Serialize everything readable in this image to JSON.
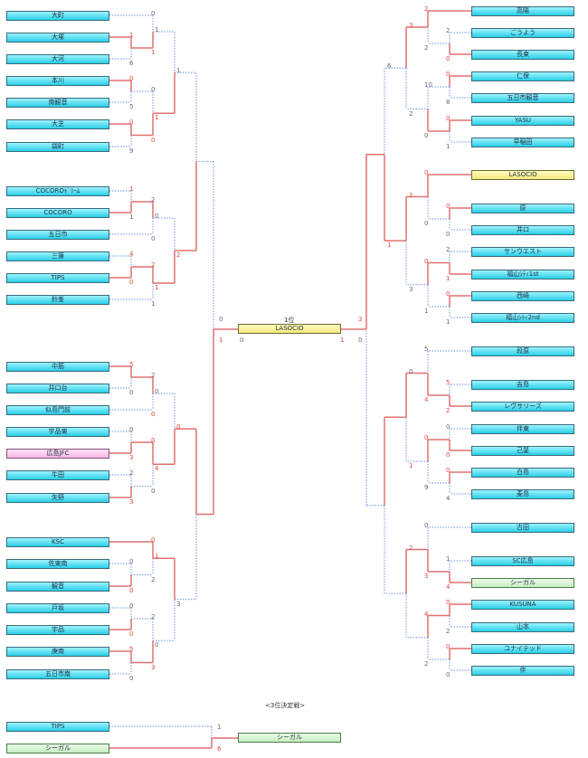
{
  "colors": {
    "win_line": "#e07070",
    "lose_line": "#6e8fe0",
    "win_score": "#e8453c",
    "lose_score": "#667788"
  },
  "final": {
    "rank_label": "1位",
    "champion": "LASOCIO",
    "left_score": "0",
    "right_score": "1"
  },
  "semis": {
    "left_top": "0",
    "left_bottom": "1",
    "right_top": "3",
    "right_bottom": "0"
  },
  "third_place": {
    "title": "<3位決定戦>",
    "team_a": "TIPS",
    "team_b": "シーガル",
    "score_a": "1",
    "score_b": "6",
    "winner": "シーガル"
  },
  "left_teams": [
    "大町",
    "大塚",
    "大河",
    "本川",
    "南観音",
    "大芝",
    "袋町",
    "COCOROﾄﾞﾘｰﾑ",
    "COCORO",
    "五日市",
    "三篠",
    "TIPS",
    "鈴峯",
    "中筋",
    "井口台",
    "似島門前",
    "宇品東",
    "広島JFC",
    "牛田",
    "矢野",
    "KSC",
    "佐東南",
    "観音",
    "戸坂",
    "宇品",
    "庚南",
    "五日市南"
  ],
  "right_teams": [
    "高陽",
    "ごうよう",
    "長束",
    "仁保",
    "五日市観音",
    "YASU",
    "早稲田",
    "LASOCIO",
    "原",
    "井口",
    "サンウエスト",
    "福山ｼﾃｨ1st",
    "西崎",
    "福山ｼﾃｨ2nd",
    "段原",
    "吉島",
    "レヴサリーズ",
    "伴東",
    "己斐",
    "白島",
    "麦島",
    "古田",
    "SC広島",
    "シーガル",
    "KUSUNA",
    "山本",
    "ユナイテッド",
    "伴"
  ],
  "left_scores": [
    "1",
    "6",
    "0",
    "1",
    "0",
    "5",
    "0",
    "9",
    "0",
    "0",
    "1",
    "1",
    "1",
    "1",
    "2",
    "0",
    "4",
    "0",
    "2",
    "1",
    "0",
    "1",
    "1",
    "2",
    "5",
    "0",
    "2",
    "0",
    "0",
    "3",
    "2",
    "3",
    "0",
    "0",
    "0",
    "4",
    "0",
    "0",
    "0",
    "2",
    "0",
    "0",
    "5",
    "0",
    "2",
    "3",
    "1",
    "0",
    "0",
    "3",
    "1"
  ],
  "right_scores": [
    "2",
    "0",
    "2",
    "2",
    "0",
    "8",
    "0",
    "1",
    "10",
    "0",
    "3",
    "2",
    "0",
    "0",
    "0",
    "0",
    "2",
    "1",
    "0",
    "1",
    "0",
    "1",
    "2",
    "3",
    "6",
    "1",
    "5",
    "2",
    "5",
    "4",
    "0",
    "0",
    "0",
    "4",
    "0",
    "9",
    "0",
    "1",
    "1",
    "4",
    "0",
    "3",
    "0",
    "2",
    "0",
    "0",
    "4",
    "2",
    "2"
  ]
}
